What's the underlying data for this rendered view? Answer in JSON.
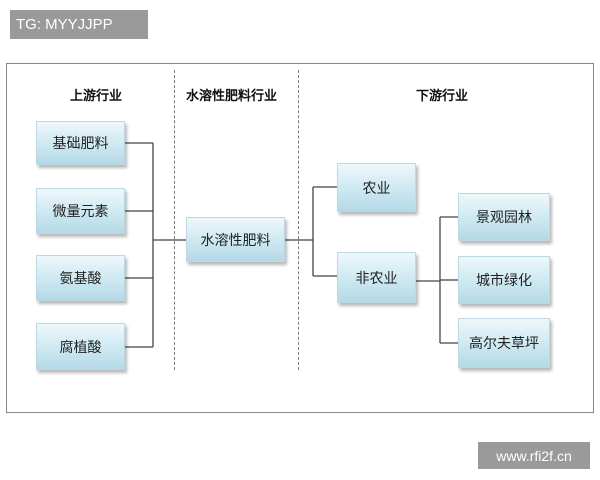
{
  "tag_label": "TG: MYYJJPP",
  "watermark": "www.rfi2f.cn",
  "diagram": {
    "columns": {
      "upstream": "上游行业",
      "midstream": "水溶性肥料行业",
      "downstream": "下游行业"
    },
    "upstream_nodes": [
      "基础肥料",
      "微量元素",
      "氨基酸",
      "腐植酸"
    ],
    "center_node": "水溶性肥料",
    "downstream_nodes": [
      "农业",
      "非农业"
    ],
    "non_agri_children": [
      "景观园林",
      "城市绿化",
      "高尔夫草坪"
    ]
  }
}
